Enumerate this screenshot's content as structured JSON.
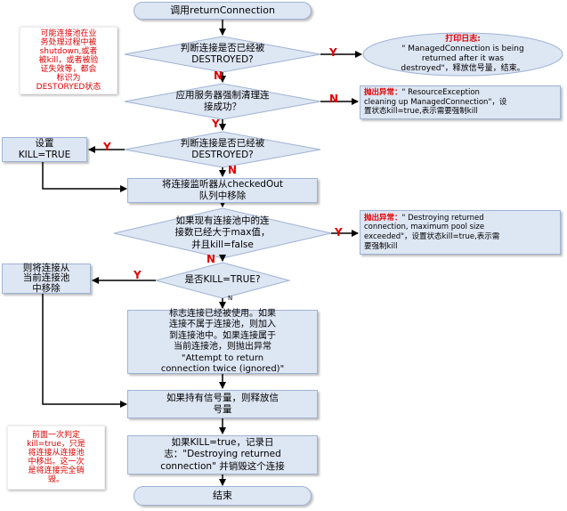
{
  "nodes": {
    "start": "调用returnConnection",
    "d1": "判断连接是否已经被\nDESTROYED?",
    "d2": "应用服务器强制清理连\n接成功？",
    "d3": "判断连接是否已经被\nDESTROYED?",
    "p_remove_checkedout": "将连接监听器从checkedOut\n队列中移除",
    "d4": "如果现有连接池中的连\n接数已经大于max值，\n并且kill=false",
    "d5": "是否KILL=TRUE?",
    "p_mark_used": "标志连接已经被使用。如果\n连接不属于连接池，则加入\n到连接池中。如果连接属于\n当前连接池，则抛出异常\n\"Attempt to return\nconnection twice (ignored)\"",
    "p_release_signal": "如果持有信号量，则释放信\n号量",
    "p_log_destroy": "如果KILL=true，记录日\n志：\"Destroying returned\nconnection\" 并销毁这个连接",
    "end": "结束",
    "side_log": {
      "title": "打印日志:",
      "body": "\" ManagedConnection is being\nreturned after it was\ndestroyed\"，释放信号量，结束。"
    },
    "side_exc1": {
      "title": "抛出异常：",
      "body": "\" ResourceException\ncleaning up ManagedConnection\"，设\n置状态kill=true,表示需要强制kill"
    },
    "side_kill": "设置\nKILL=TRUE",
    "side_exc2": {
      "title": "抛出异常：",
      "body": "\" Destroying returned\nconnection, maximum pool size\nexceeded\"，设置状态kill=true,表示需\n要强制kill"
    },
    "side_remove_pool": "则将连接从\n当前连接池\n中移除"
  },
  "notes": {
    "top_left": "可能连接池在业\n务处理过程中被\nshutdown,或者\n被kill，或者被验\n证失效等，都会\n标识为\nDESTORYED状态",
    "bottom_left": "前面一次判定\nkill=true，只是\n将连接从连接池\n中移出。这一次\n是将连接完全销\n毁。"
  },
  "labels": {
    "yes": "Y",
    "no": "N",
    "small_n": "N"
  },
  "colors": {
    "box_fill": "#dde6f3",
    "box_border": "#9fb3d3",
    "accent_red": "#e00000",
    "arrow": "#000000"
  }
}
